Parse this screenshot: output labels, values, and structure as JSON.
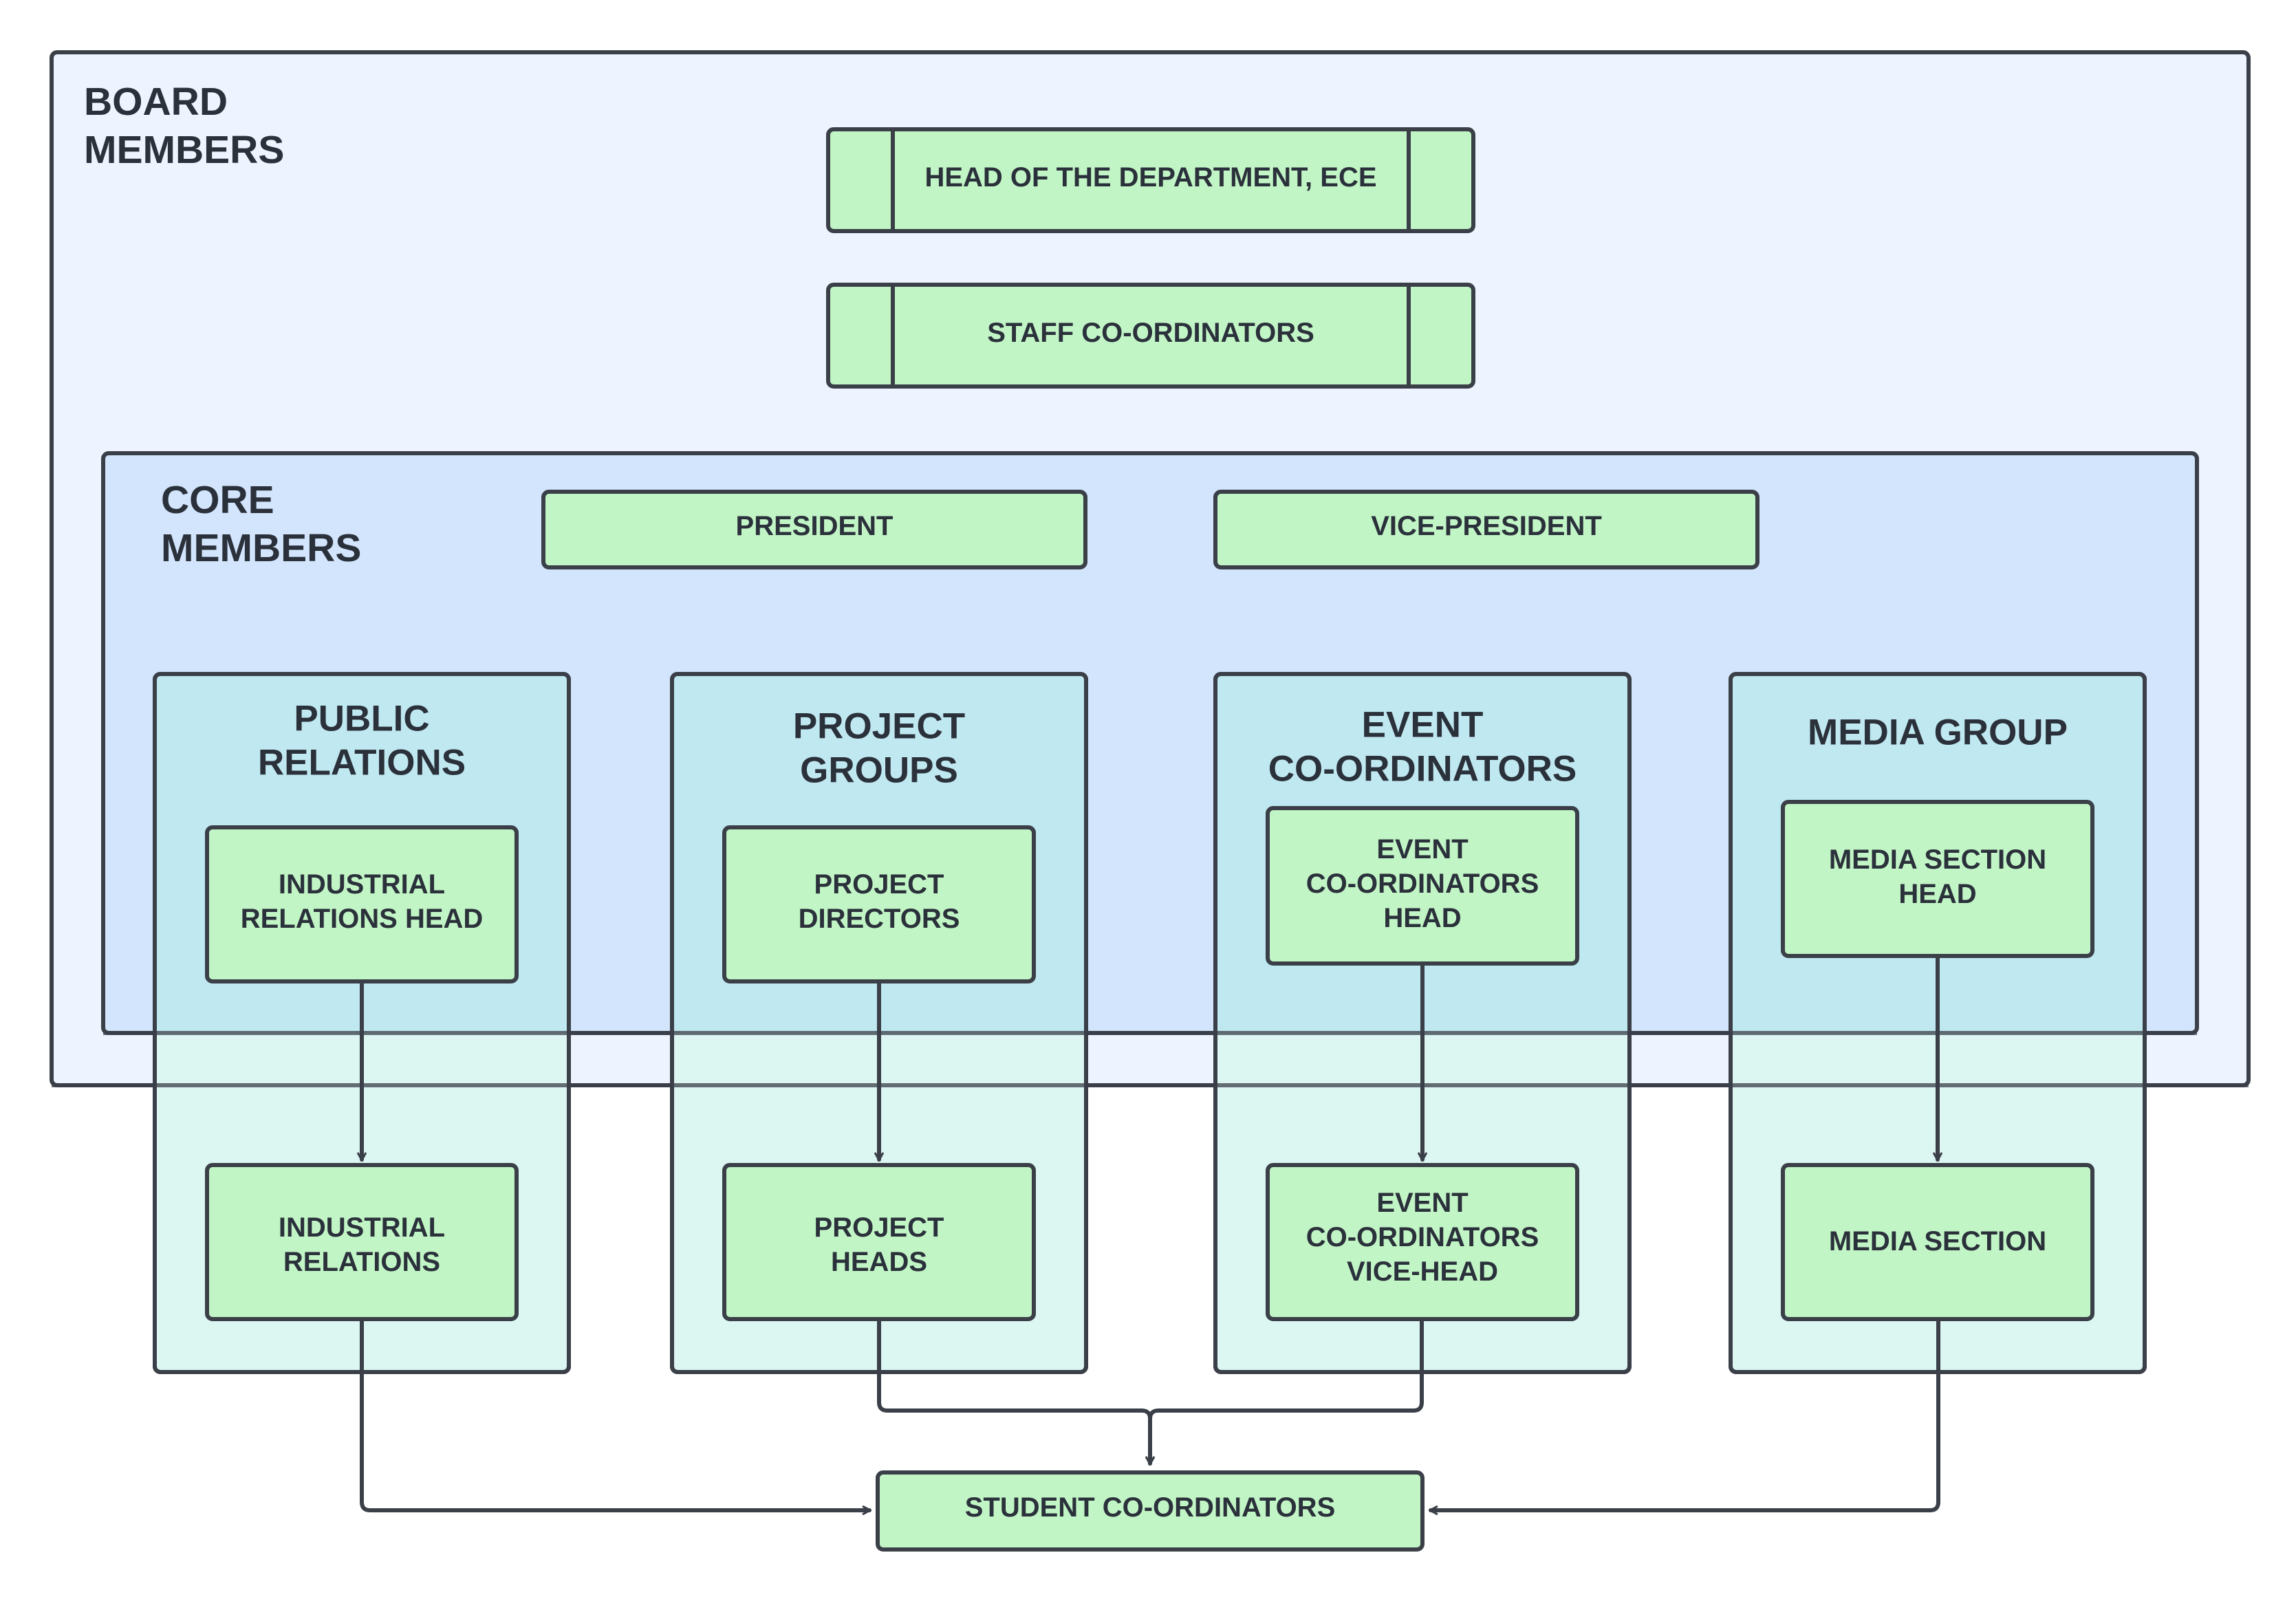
{
  "colors": {
    "board_fill": "#edf4ff",
    "core_fill": "#d2e5fc",
    "group_fill": "#c0e8f0",
    "group_lower_fill": "#dcf6f2",
    "node_fill": "#c2f5c6",
    "stroke": "#3a3f48",
    "text": "#2b313b"
  },
  "board": {
    "title": [
      "BOARD",
      "MEMBERS"
    ],
    "head": "HEAD OF THE DEPARTMENT, ECE",
    "staff": "STAFF CO-ORDINATORS"
  },
  "core": {
    "title": [
      "CORE",
      "MEMBERS"
    ],
    "president": "PRESIDENT",
    "vice_president": "VICE-PRESIDENT"
  },
  "groups": [
    {
      "title": [
        "PUBLIC",
        "RELATIONS"
      ],
      "head": [
        "INDUSTRIAL",
        "RELATIONS HEAD"
      ],
      "member": [
        "INDUSTRIAL",
        "RELATIONS"
      ]
    },
    {
      "title": [
        "PROJECT",
        "GROUPS"
      ],
      "head": [
        "PROJECT",
        "DIRECTORS"
      ],
      "member": [
        "PROJECT",
        "HEADS"
      ]
    },
    {
      "title": [
        "EVENT",
        "CO-ORDINATORS"
      ],
      "head": [
        "EVENT",
        "CO-ORDINATORS",
        "HEAD"
      ],
      "member": [
        "EVENT",
        "CO-ORDINATORS",
        "VICE-HEAD"
      ]
    },
    {
      "title": [
        "MEDIA GROUP"
      ],
      "head": [
        "MEDIA SECTION",
        "HEAD"
      ],
      "member": [
        "MEDIA SECTION"
      ]
    }
  ],
  "student_coordinators": "STUDENT CO-ORDINATORS"
}
